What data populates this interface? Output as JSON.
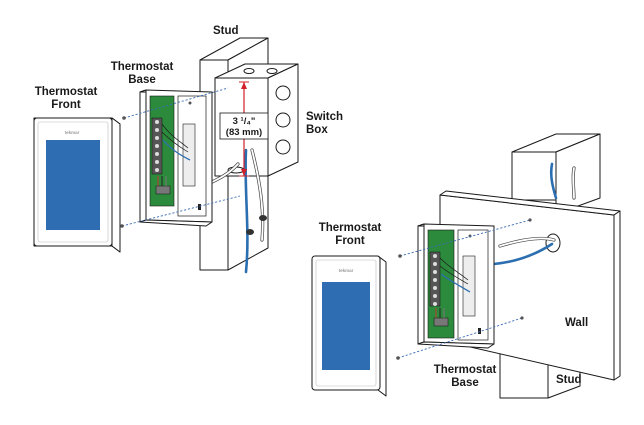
{
  "labels": {
    "stud_top": "Stud",
    "thermostat_base_top": "Thermostat\nBase",
    "thermostat_front_top": "Thermostat\nFront",
    "switch_box": "Switch\nBox",
    "dimension": "3 ¹/₄\"\n(83 mm)",
    "thermostat_front_bottom": "Thermostat\nFront",
    "thermostat_base_bottom": "Thermostat\nBase",
    "wall": "Wall",
    "stud_bottom": "Stud"
  },
  "brand": "tekmar",
  "colors": {
    "screen": "#2f6db3",
    "board": "#2c8a3c",
    "wire_blue": "#2c6fb0",
    "dash": "#3a6db5",
    "dimension_line": "#d0202a"
  }
}
